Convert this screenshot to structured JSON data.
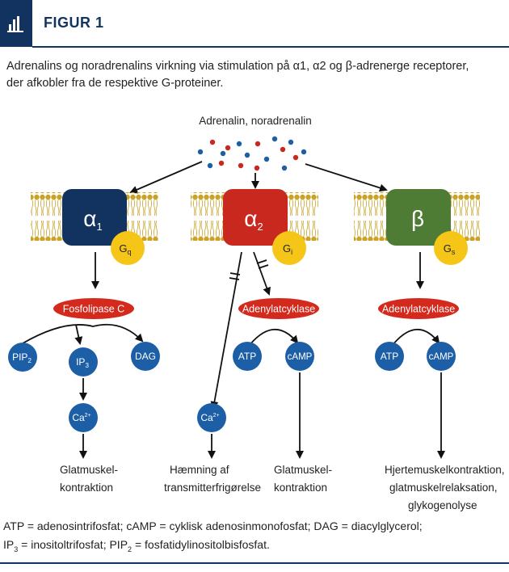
{
  "header": {
    "title": "FIGUR 1",
    "icon": "bar-chart-icon"
  },
  "caption": {
    "line1": "Adrenalins og noradrenalins virkning via stimulation på α1, α2 og β-adrenerge receptorer,",
    "line2": "der afkobler fra de respektive G-proteiner."
  },
  "diagram": {
    "ligand_label": "Adrenalin, noradrenalin",
    "receptors": [
      {
        "symbol": "α",
        "sub": "1",
        "g_protein": "G",
        "g_sub": "q",
        "color": "#12335f"
      },
      {
        "symbol": "α",
        "sub": "2",
        "g_protein": "G",
        "g_sub": "i",
        "color": "#c8281e"
      },
      {
        "symbol": "β",
        "sub": "",
        "g_protein": "G",
        "g_sub": "s",
        "color": "#4f7c35"
      }
    ],
    "enzymes": [
      "Fosfolipase C",
      "Adenylatcyklase",
      "Adenylatcyklase"
    ],
    "nodes": {
      "pip2": "PIP",
      "pip2_sub": "2",
      "ip3": "IP",
      "ip3_sub": "3",
      "dag": "DAG",
      "ca": "Ca",
      "ca_sup": "2+",
      "atp": "ATP",
      "camp": "cAMP"
    },
    "outcomes": {
      "alpha1": [
        "Glatmuskel-",
        "kontraktion"
      ],
      "alpha2_left": [
        "Hæmning af",
        "transmitterfrigørelse"
      ],
      "alpha2_right": [
        "Glatmuskel-",
        "kontraktion"
      ],
      "beta": [
        "Hjertemuskelkontraktion,",
        "glatmuskelrelaksation,",
        "glykogenolyse"
      ]
    },
    "colors": {
      "node": "#1d5fa6",
      "enzyme": "#d42a1e",
      "g_protein": "#f5c518",
      "membrane": "#c9a227"
    }
  },
  "footnote": {
    "line1": "ATP = adenosintrifosfat; cAMP = cyklisk adenosinmonofosfat; DAG = diacylglycerol;",
    "line2_a": "IP",
    "line2_a_sub": "3",
    "line2_b": " = inositoltrifosfat; PIP",
    "line2_b_sub": "2",
    "line2_c": " = fosfatidylinositolbisfosfat."
  }
}
